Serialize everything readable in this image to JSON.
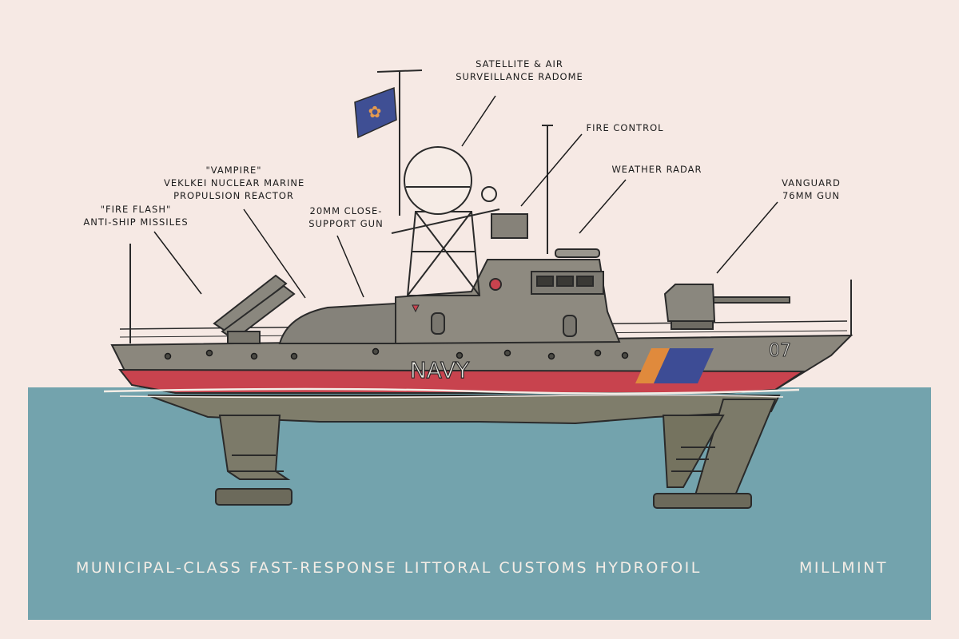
{
  "annotations": {
    "radome": [
      "Satellite & Air",
      "Surveillance Radome"
    ],
    "fire_control": "Fire Control",
    "weather_radar": "Weather Radar",
    "vanguard_gun": [
      "Vanguard",
      "76mm Gun"
    ],
    "reactor": [
      "\"Vampire\"",
      "Veklkei Nuclear Marine",
      "Propulsion Reactor"
    ],
    "missiles": [
      "\"Fire Flash\"",
      "Anti-Ship Missiles"
    ],
    "close_support_gun": [
      "20mm Close-",
      "Support Gun"
    ]
  },
  "hull": {
    "marking": "NAVY",
    "number": "07"
  },
  "caption": "Municipal-Class Fast-Response Littoral Customs Hydrofoil",
  "signature": "MILLMINT",
  "colors": {
    "background": "#f6e9e4",
    "water": "#73a3ad",
    "hull_grey": "#8b877d",
    "boot_stripe": "#c8434e",
    "flag_blue": "#3f4f94",
    "flag_flower": "#e59a4e",
    "stripe_orange": "#e08a3c",
    "stripe_blue": "#3d4c95"
  },
  "icons": [
    "flag-icon",
    "ship-icon"
  ]
}
